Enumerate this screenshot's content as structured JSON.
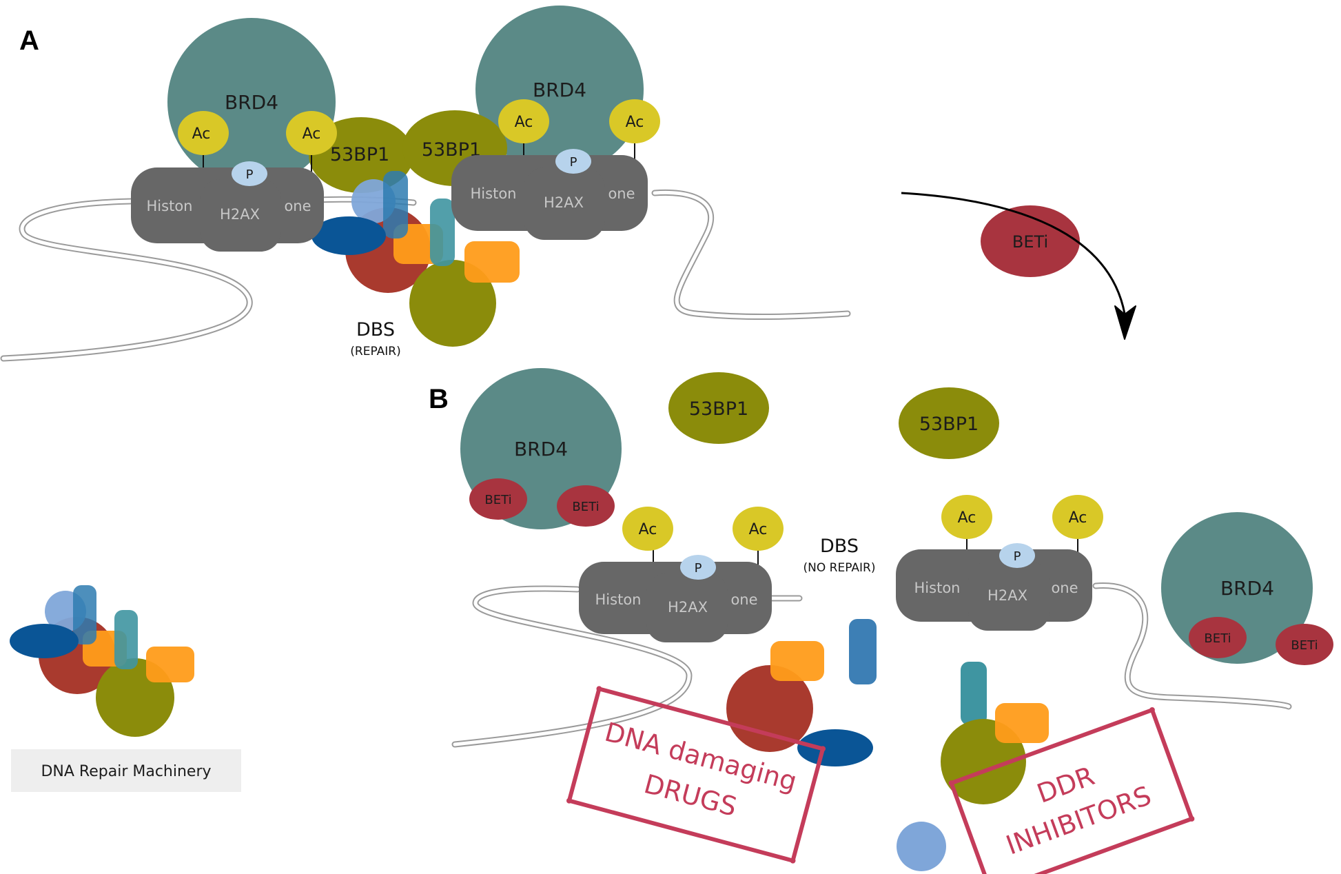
{
  "panels": {
    "a": "A",
    "b": "B"
  },
  "labels": {
    "brd4": "BRD4",
    "ac": "Ac",
    "p": "P",
    "bp53": "53BP1",
    "histon": "Histon",
    "one": "one",
    "h2ax": "H2AX",
    "beti": "BETi"
  },
  "dbs": {
    "title": "DBS",
    "repair": "(REPAIR)",
    "no_repair": "(NO REPAIR)"
  },
  "stamps": {
    "drugs_line1": "DNA damaging",
    "drugs_line2": "DRUGS",
    "ddr_line1": "DDR",
    "ddr_line2": "INHIBITORS"
  },
  "legend": {
    "label": "DNA Repair Machinery"
  },
  "colors": {
    "brd4": "#5b8a87",
    "acetyl": "#d9c827",
    "phospho": "#b7d3ec",
    "bp53": "#8b8c0b",
    "histone": "#676767",
    "beti": "#a8343f",
    "repair_red": "#a93a2e",
    "repair_olive": "#8b8c0b",
    "repair_orange": "#ff9c1a",
    "repair_navy": "#0a5596",
    "repair_blue": "#3d7fb5",
    "repair_teal": "#3f95a1",
    "repair_lightblue": "#7fa6d9",
    "stamp": "#c43c5a"
  }
}
